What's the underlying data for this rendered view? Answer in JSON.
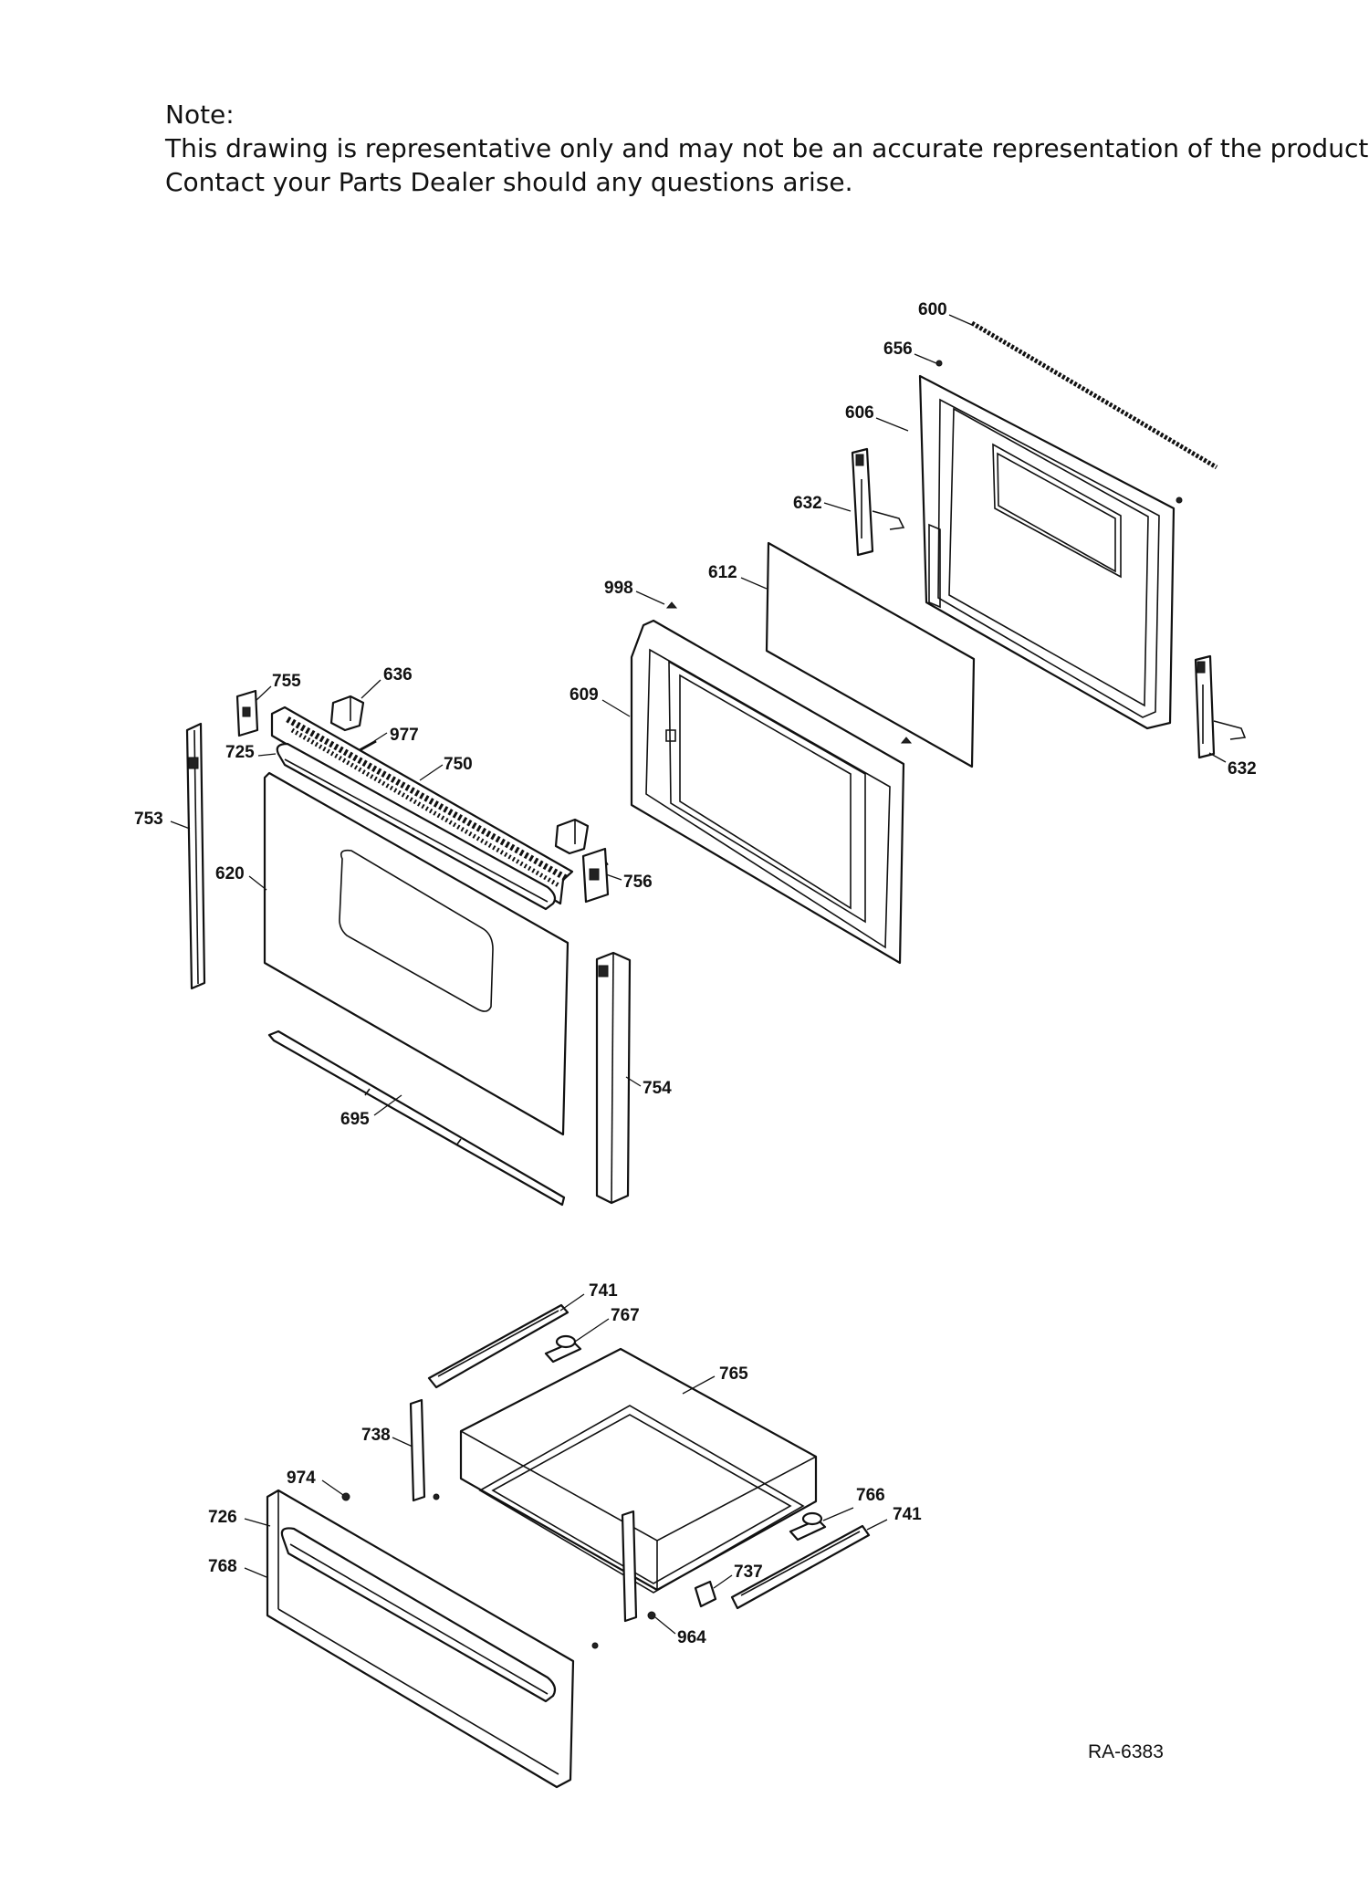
{
  "note": {
    "heading": "Note:",
    "line1": "This drawing is representative only and may not be an accurate representation of the product.",
    "line2": "Contact your Parts Dealer should any questions arise."
  },
  "diagram_id": "RA-6383",
  "callouts": {
    "c600": "600",
    "c656": "656",
    "c606": "606",
    "c632a": "632",
    "c632b": "632",
    "c612": "612",
    "c998": "998",
    "c609": "609",
    "c755": "755",
    "c636": "636",
    "c977": "977",
    "c725": "725",
    "c750": "750",
    "c753": "753",
    "c620": "620",
    "c756": "756",
    "c754": "754",
    "c695": "695",
    "c741a": "741",
    "c767": "767",
    "c765": "765",
    "c738": "738",
    "c974": "974",
    "c726": "726",
    "c768": "768",
    "c766": "766",
    "c741b": "741",
    "c737": "737",
    "c964": "964"
  },
  "colors": {
    "line": "#111111",
    "background": "#ffffff"
  }
}
